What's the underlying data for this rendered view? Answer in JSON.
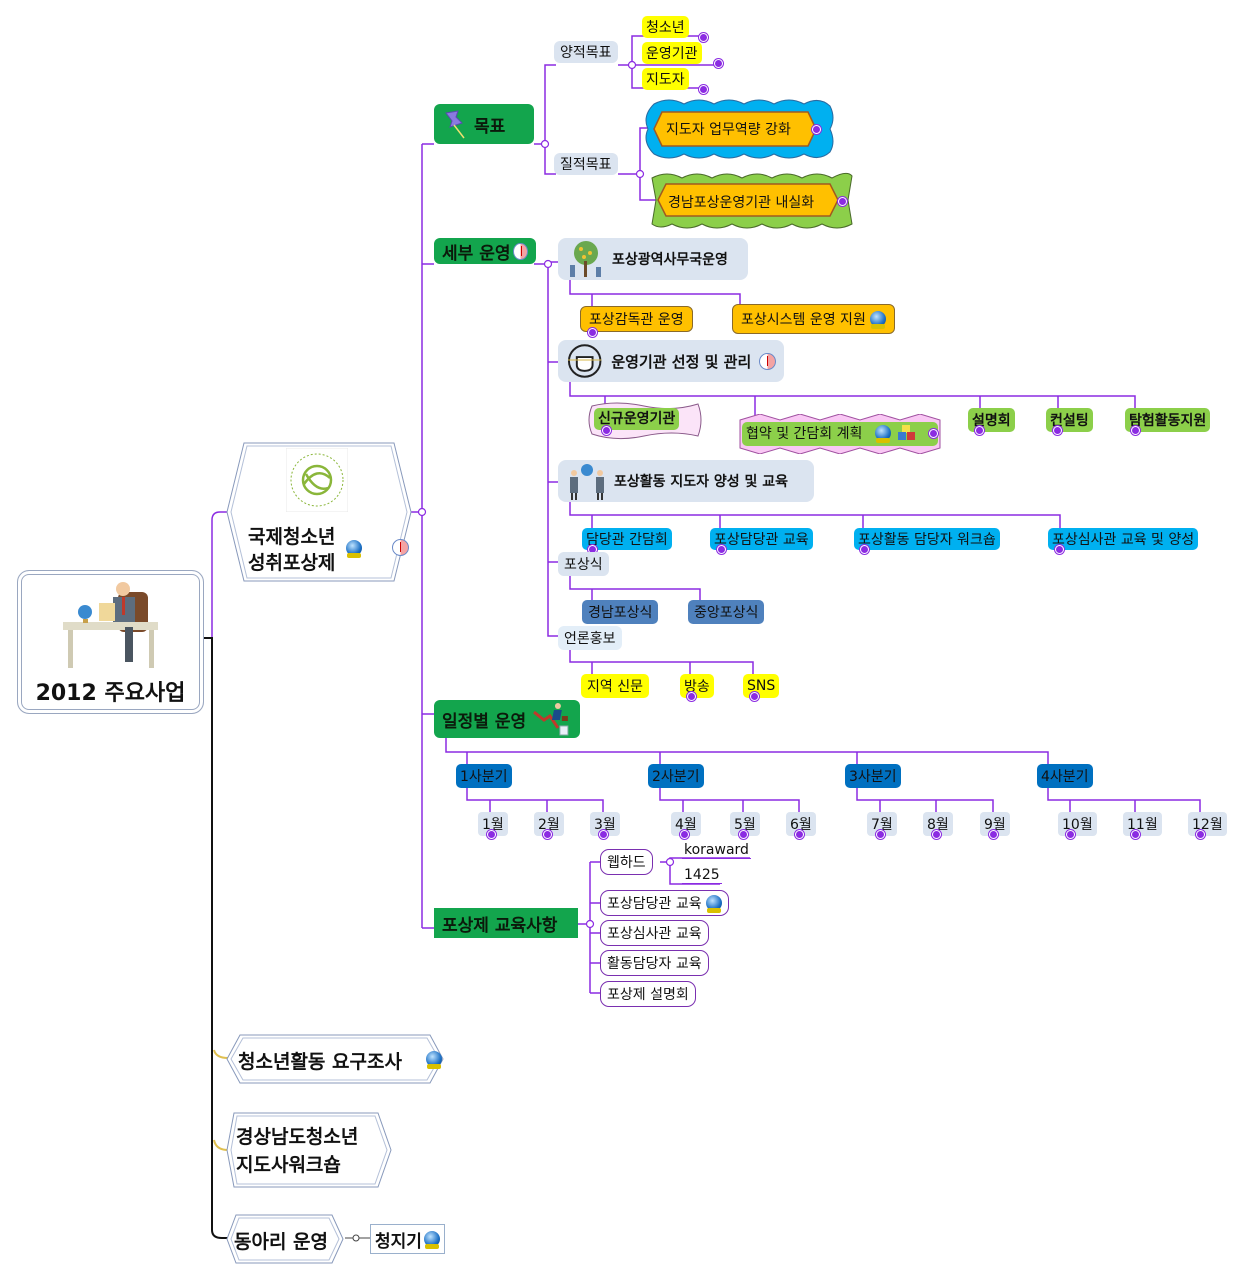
{
  "root": {
    "title": "2012 주요사업",
    "icon": "businessman-at-desk-icon"
  },
  "branches": [
    {
      "label_line1": "국제청소년",
      "label_line2": "성취포상제",
      "image": "international-award-for-young-people-logo",
      "icons": [
        "globe-icon",
        "clock-icon"
      ]
    },
    {
      "label": "청소년활동 요구조사",
      "icons": [
        "globe-icon"
      ]
    },
    {
      "label_line1": "경상남도청소년",
      "label_line2": "지도사워크숍"
    },
    {
      "label": "동아리 운영",
      "child": {
        "label": "청지기",
        "icons": [
          "globe-icon"
        ]
      }
    }
  ],
  "award": {
    "goal": {
      "label": "목표",
      "icon": "pushpin-icon",
      "quantitative": {
        "label": "양적목표",
        "items": [
          "청소년",
          "운영기관",
          "지도자"
        ]
      },
      "qualitative": {
        "label": "질적목표",
        "items": [
          "지도자 업무역량 강화",
          "경남포상운영기관 내실화"
        ]
      }
    },
    "detail": {
      "label": "세부 운영",
      "icon": "clock-icon",
      "office": {
        "label": "포상광역사무국운영",
        "icon": "money-tree-icon",
        "children": [
          "포상감독관 운영",
          "포상시스템 운영 지원"
        ]
      },
      "orgs": {
        "label": "운영기관 선정 및 관리",
        "icon": "raised-fist-icon",
        "children": [
          "신규운영기관",
          "협약 및 간담회 계획",
          "설명회",
          "컨설팅",
          "탐험활동지원"
        ]
      },
      "leaders": {
        "label": "포상활동 지도자 양성 및 교육",
        "icon": "handshake-globe-icon",
        "children": [
          "담당관 간담회",
          "포상담당관 교육",
          "포상활동 담당자 워크숍",
          "포상심사관 교육 및 양성"
        ]
      },
      "ceremony": {
        "label": "포상식",
        "children": [
          "경남포상식",
          "중앙포상식"
        ]
      },
      "press": {
        "label": "언론홍보",
        "children": [
          "지역 신문",
          "방송",
          "SNS"
        ]
      }
    },
    "schedule": {
      "label": "일정별 운영",
      "icon": "climbing-businessman-icon",
      "quarters": [
        {
          "label": "1사분기",
          "months": [
            "1월",
            "2월",
            "3월"
          ]
        },
        {
          "label": "2사분기",
          "months": [
            "4월",
            "5월",
            "6월"
          ]
        },
        {
          "label": "3사분기",
          "months": [
            "7월",
            "8월",
            "9월"
          ]
        },
        {
          "label": "4사분기",
          "months": [
            "10월",
            "11월",
            "12월"
          ]
        }
      ]
    },
    "education": {
      "label": "포상제 교육사항",
      "webhard": {
        "label": "웹하드",
        "id": "koraward",
        "password": "1425"
      },
      "items": [
        "포상담당관 교육",
        "포상심사관 교육",
        "활동담당자 교육",
        "포상제 설명회"
      ]
    }
  },
  "colors": {
    "connector": "#8b2be2",
    "main_green": "#13a54d",
    "yellow": "#ffff00",
    "orange": "#ffc000",
    "sky_blue": "#00b0f0",
    "light_green": "#8ccf4a",
    "dark_blue": "#0070c0",
    "steel_blue": "#4f81bd",
    "gray_blue": "#dbe4f0"
  }
}
